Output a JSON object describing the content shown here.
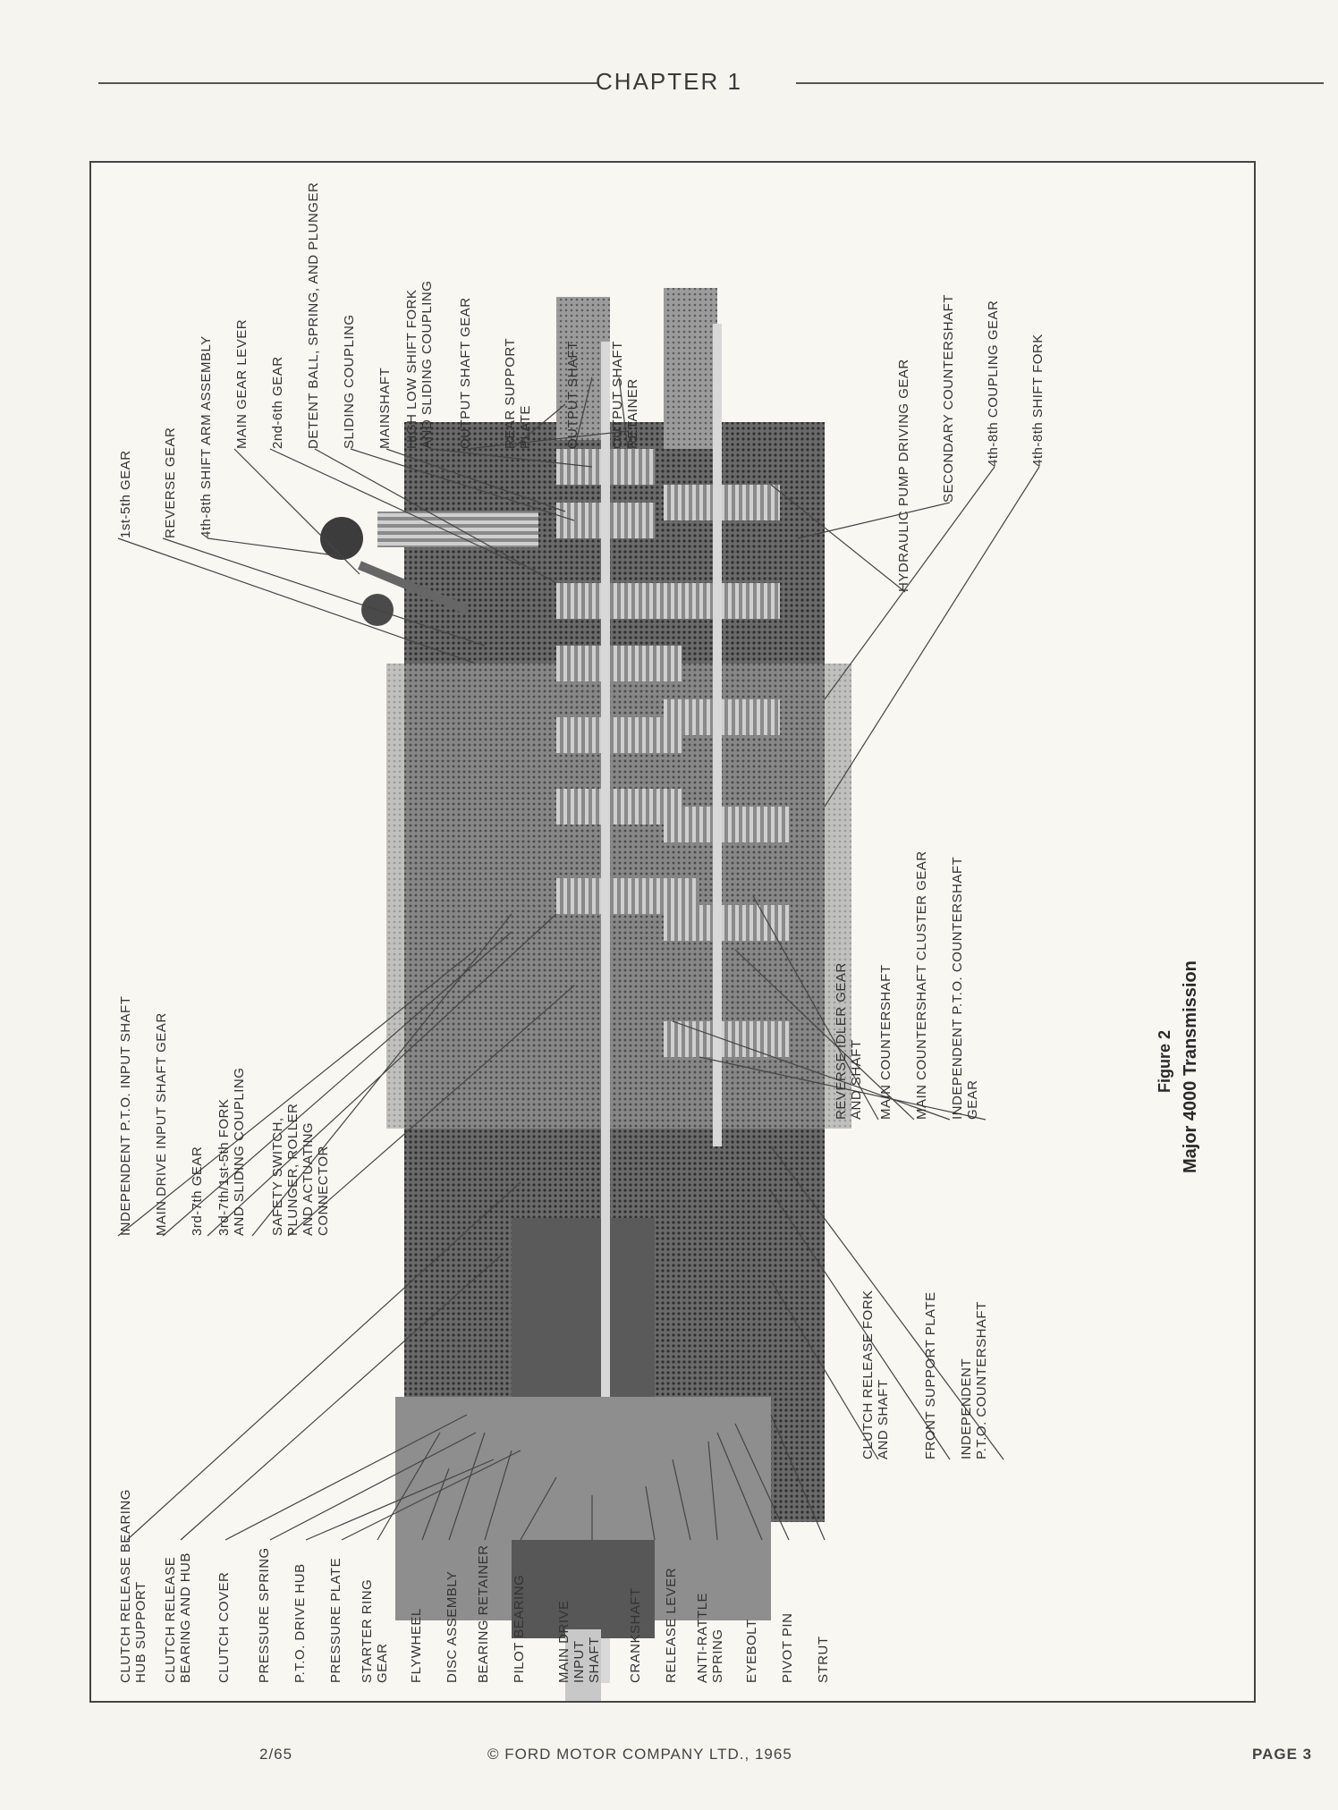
{
  "header": {
    "chapter": "CHAPTER 1"
  },
  "figure": {
    "number": "Figure 2",
    "title": "Major 4000 Transmission",
    "labels": {
      "top": [
        "1st-5th GEAR",
        "REVERSE GEAR",
        "4th-8th SHIFT ARM ASSEMBLY",
        "MAIN GEAR LEVER",
        "2nd-6th GEAR",
        "DETENT BALL, SPRING, AND PLUNGER",
        "SLIDING COUPLING",
        "MAINSHAFT",
        "HIGH LOW SHIFT FORK\nAND SLIDING COUPLING",
        "OUTPUT SHAFT GEAR",
        "REAR SUPPORT\nPLATE",
        "OUTPUT SHAFT",
        "OUTPUT SHAFT\nRETAINER"
      ],
      "upper_right": [
        "HYDRAULIC PUMP DRIVING GEAR",
        "SECONDARY COUNTERSHAFT",
        "4th-8th COUPLING GEAR",
        "4th-8th SHIFT FORK"
      ],
      "upper_middle": [
        "INDEPENDENT P.T.O. INPUT SHAFT",
        "MAIN DRIVE INPUT SHAFT GEAR",
        "3rd-7th GEAR",
        "3rd-7th/1st-5th FORK\nAND SLIDING COUPLING",
        "SAFETY SWITCH,\nPLUNGER, ROLLER\nAND ACTUATING\nCONNECTOR"
      ],
      "lower_middle": [
        "REVERSE IDLER GEAR\nAND SHAFT",
        "MAIN COUNTERSHAFT",
        "MAIN COUNTERSHAFT CLUSTER GEAR",
        "INDEPENDENT P.T.O. COUNTERSHAFT GEAR"
      ],
      "lower_right": [
        "CLUTCH RELEASE FORK\nAND SHAFT",
        "FRONT SUPPORT PLATE",
        "INDEPENDENT\nP.T.O. COUNTERSHAFT"
      ],
      "bottom": [
        "CLUTCH RELEASE BEARING\nHUB SUPPORT",
        "CLUTCH RELEASE\nBEARING AND HUB",
        "CLUTCH COVER",
        "PRESSURE SPRING",
        "P.T.O. DRIVE HUB",
        "PRESSURE PLATE",
        "STARTER RING\nGEAR",
        "FLYWHEEL",
        "DISC ASSEMBLY",
        "BEARING RETAINER",
        "PILOT BEARING",
        "MAIN DRIVE\nINPUT\nSHAFT",
        "CRANKSHAFT",
        "RELEASE LEVER",
        "ANTI-RATTLE\nSPRING",
        "EYEBOLT",
        "PIVOT PIN",
        "STRUT"
      ]
    }
  },
  "footer": {
    "date": "2/65",
    "copyright": "© FORD MOTOR COMPANY LTD., 1965",
    "page": "PAGE 3"
  }
}
